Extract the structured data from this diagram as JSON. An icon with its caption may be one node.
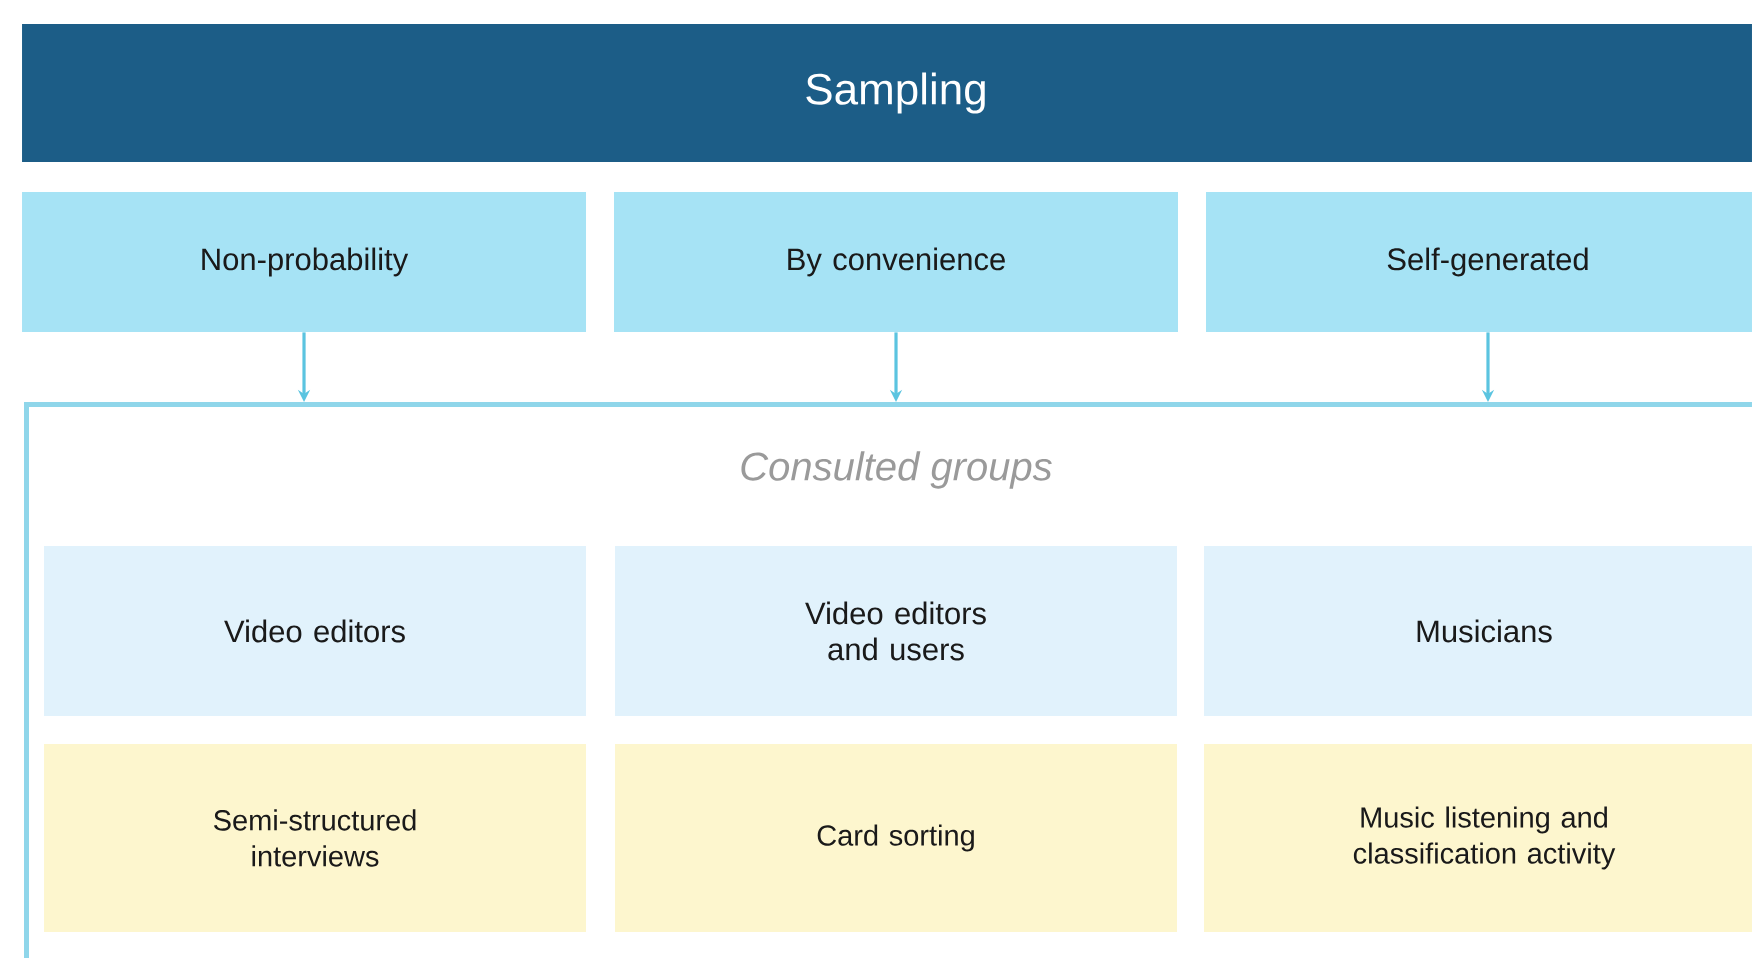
{
  "diagram": {
    "nodes": [
      {
        "text": [
          "Sampling"
        ]
      },
      {
        "text": [
          "Non-probability"
        ]
      },
      {
        "text": [
          "By convenience"
        ]
      },
      {
        "text": [
          "Self-generated"
        ]
      },
      {
        "text": [
          "Consulted groups"
        ]
      },
      {
        "text": [
          "Video editors"
        ],
        "in": 4
      },
      {
        "text": [
          "Video editors and users"
        ],
        "in": 4
      },
      {
        "text": [
          "Musicians"
        ],
        "in": 4
      },
      {
        "text": [
          "Semi-structured interviews"
        ],
        "in": 4
      },
      {
        "text": [
          "Card sorting"
        ],
        "in": 4
      },
      {
        "text": [
          "Music listening and classification activity"
        ],
        "in": 4
      }
    ],
    "edges": [
      {
        "from": 1,
        "to": 4,
        "arrow": "to"
      },
      {
        "from": 2,
        "to": 4,
        "arrow": "to"
      },
      {
        "from": 3,
        "to": 4,
        "arrow": "to"
      }
    ]
  }
}
